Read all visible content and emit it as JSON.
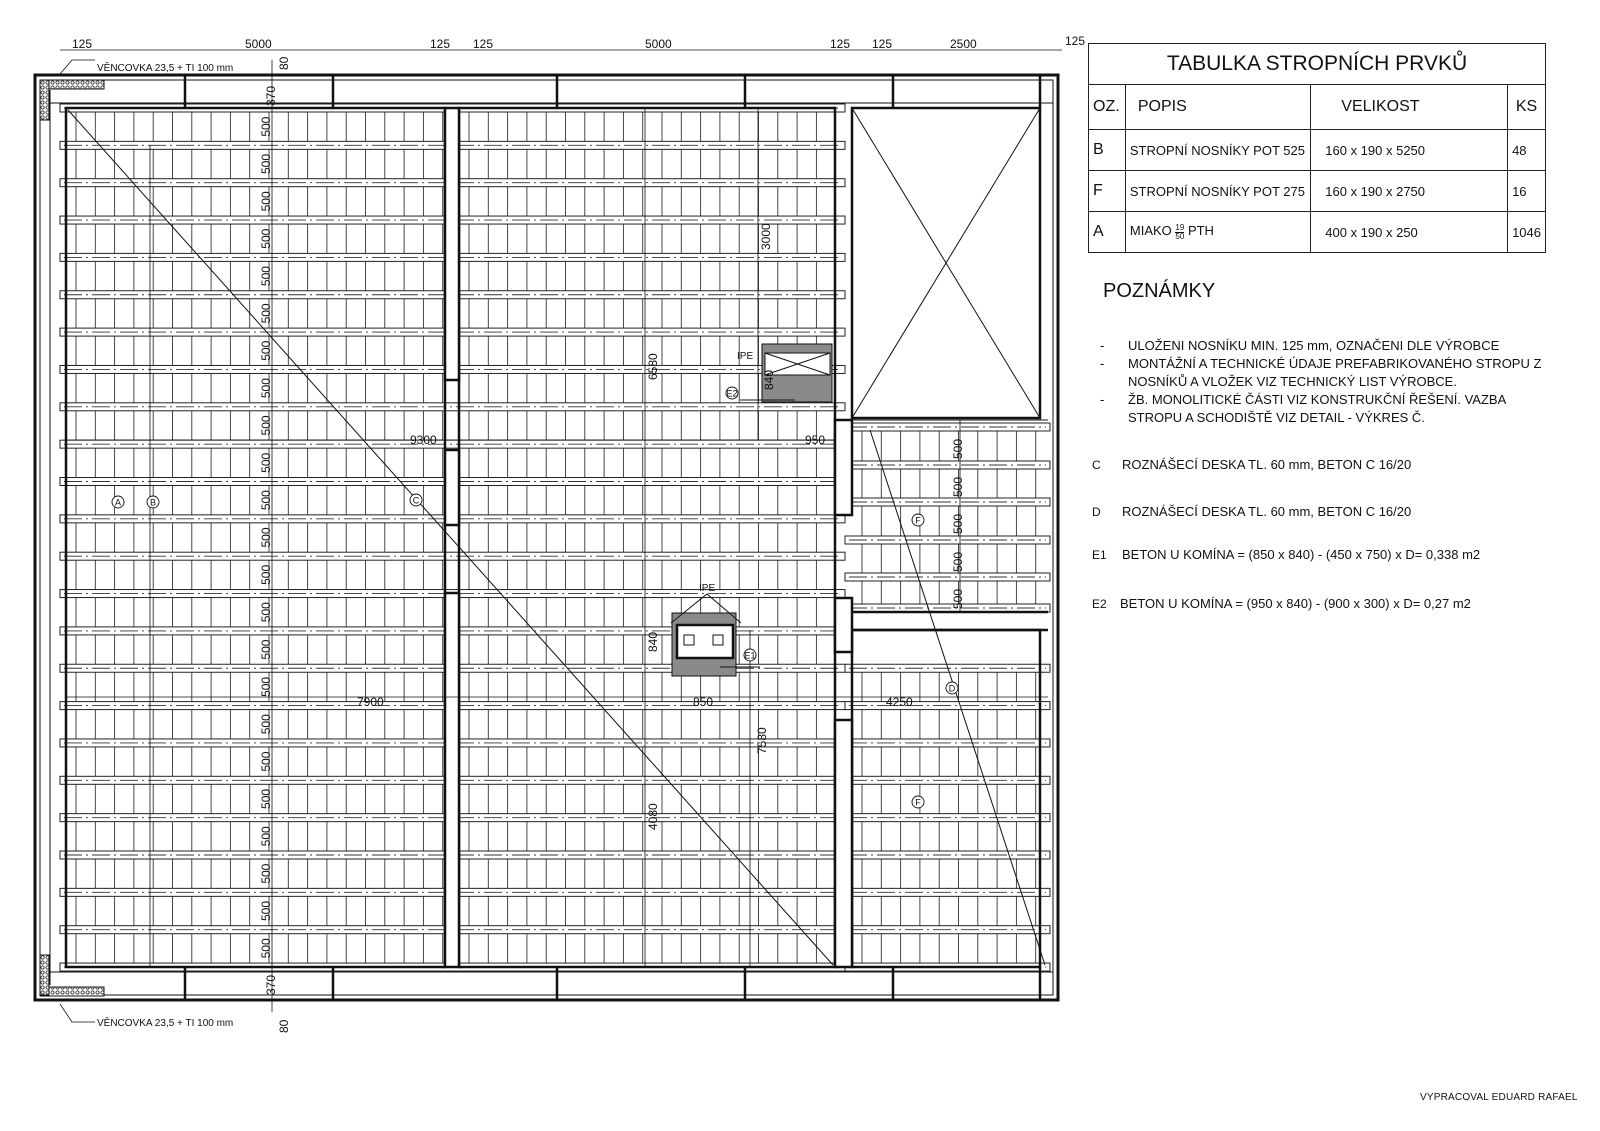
{
  "drawing": {
    "top_dims": [
      "125",
      "5000",
      "125",
      "125",
      "5000",
      "125",
      "125",
      "2500",
      "125"
    ],
    "vencovka_top": "VĚNCOVKA 23,5 + TI 100 mm",
    "vencovka_bottom": "VĚNCOVKA 23,5 + TI 100 mm",
    "dim_80": "80",
    "dim_370": "370",
    "dim_500": "500",
    "dim_3000": "3000",
    "dim_6580": "6580",
    "dim_840": "840",
    "dim_9300": "9300",
    "dim_950": "950",
    "dim_7900": "7900",
    "dim_850": "850",
    "dim_4250": "4250",
    "dim_7580": "7580",
    "dim_4080": "4080",
    "ipe": "IPE",
    "marks": {
      "A": "A",
      "B": "B",
      "C": "C",
      "D": "D",
      "E1": "E1",
      "E2": "E2",
      "F": "F"
    }
  },
  "table": {
    "title": "TABULKA STROPNÍCH PRVKŮ",
    "headers": [
      "OZ.",
      "POPIS",
      "VELIKOST",
      "KS"
    ],
    "rows": [
      {
        "oz": "B",
        "popis": "STROPNÍ NOSNÍKY POT 525",
        "velikost": "160 x 190 x 5250",
        "ks": "48"
      },
      {
        "oz": "F",
        "popis": "STROPNÍ NOSNÍKY POT 275",
        "velikost": "160 x 190 x 2750",
        "ks": "16"
      },
      {
        "oz": "A",
        "popis": "MIAKO",
        "frac_top": "19",
        "frac_bottom": "50",
        "popis_suffix": "PTH",
        "velikost": "400 x 190 x 250",
        "ks": "1046"
      }
    ]
  },
  "notes": {
    "title": "POZNÁMKY",
    "items": [
      {
        "dash": "-",
        "text": "ULOŽENI NOSNÍKU MIN. 125 mm, OZNAČENI DLE VÝROBCE"
      },
      {
        "dash": "-",
        "text": "MONTÁŽNÍ A TECHNICKÉ ÚDAJE PREFABRIKOVANÉHO STROPU Z NOSNÍKŮ A VLOŽEK VIZ TECHNICKÝ LIST VÝROBCE."
      },
      {
        "dash": "-",
        "text": "ŽB. MONOLITICKÉ ČÁSTI VIZ KONSTRUKČNÍ ŘEŠENÍ. VAZBA STROPU A SCHODIŠTĚ VIZ DETAIL - VÝKRES Č."
      }
    ],
    "legend": [
      {
        "symbol": "C",
        "text": "ROZNÁŠECÍ DESKA TL. 60 mm, BETON C 16/20"
      },
      {
        "symbol": "D",
        "text": "ROZNÁŠECÍ DESKA TL. 60 mm, BETON C 16/20"
      },
      {
        "symbol": "E1",
        "text": "BETON U KOMÍNA =  (850 x 840) - (450 x 750) x D= 0,338 m2"
      },
      {
        "symbol": "E2",
        "text": "BETON U KOMÍNA =  (950 x 840) - (900 x 300) x D= 0,27 m2"
      }
    ]
  },
  "footer": "VYPRACOVAL EDUARD RAFAEL"
}
